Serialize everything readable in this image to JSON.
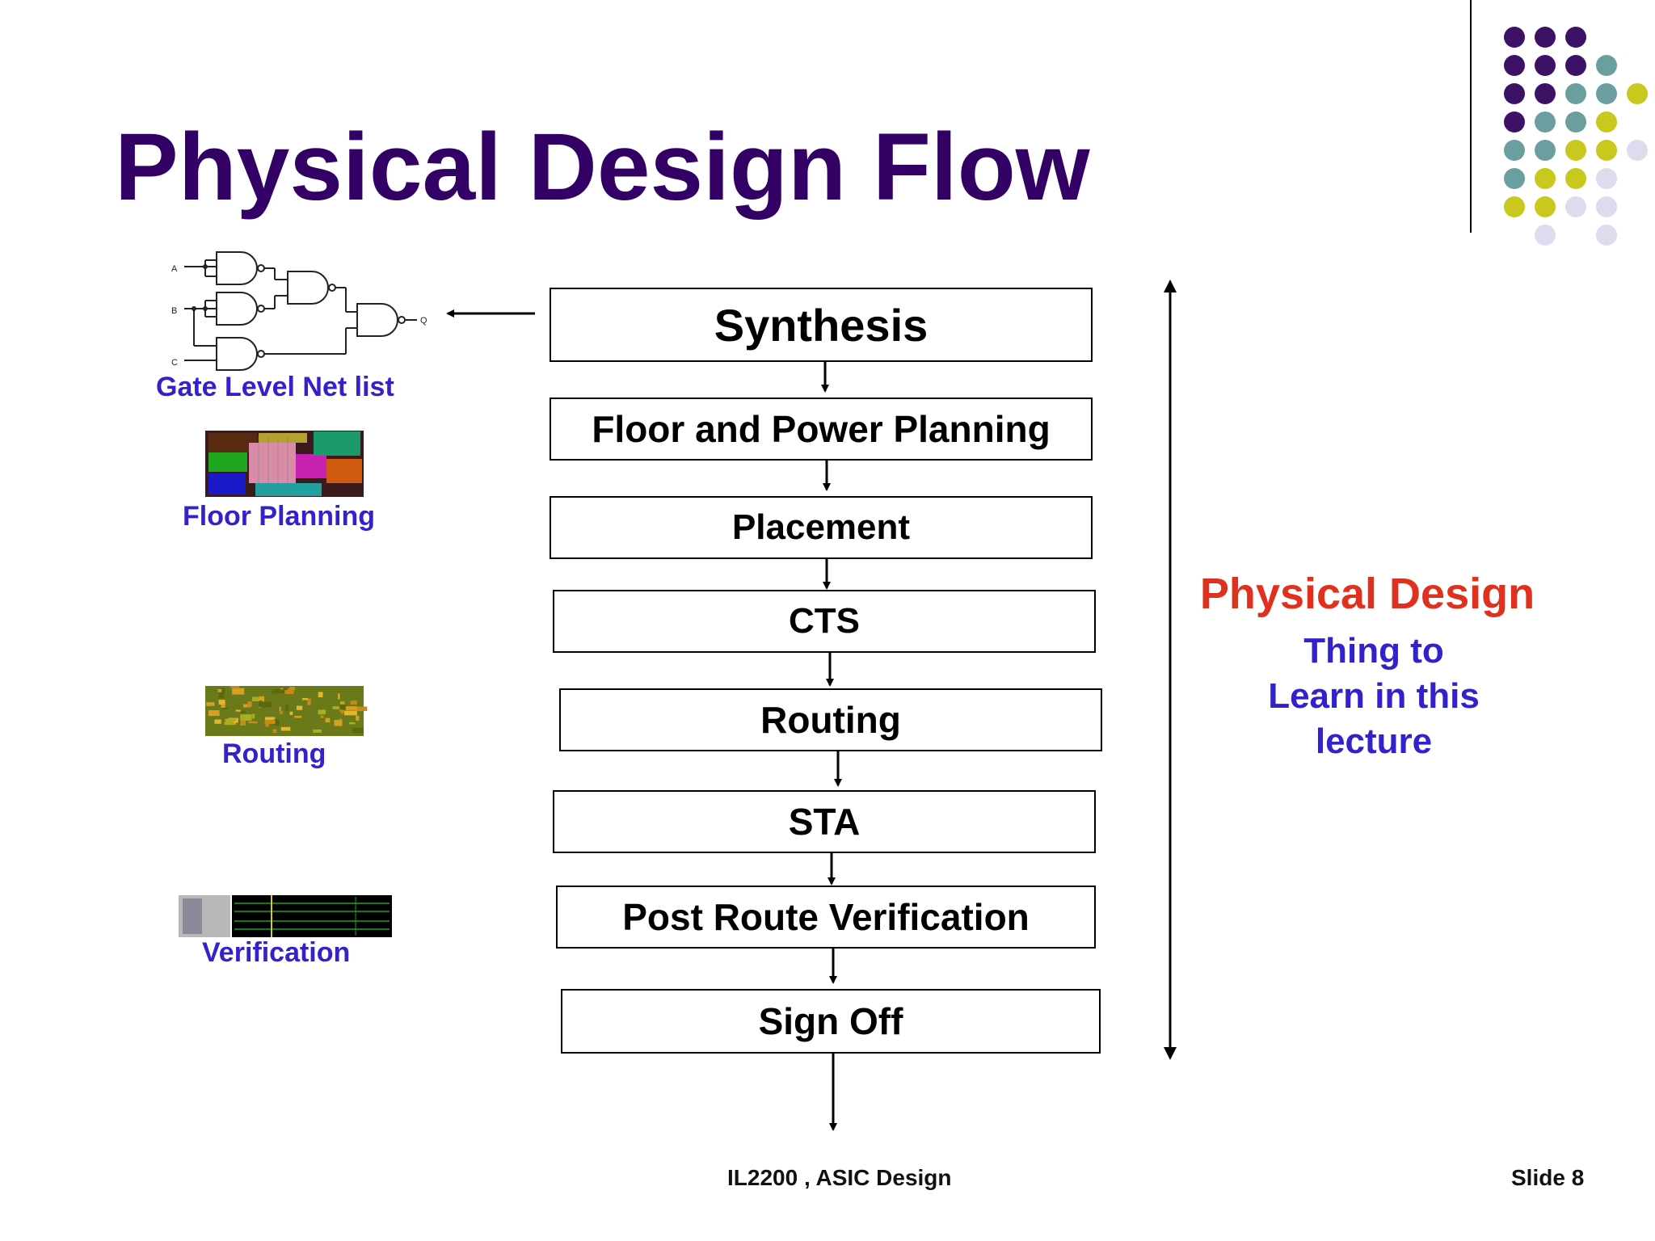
{
  "slide": {
    "title": "Physical Design Flow",
    "footer_course": "IL2200 , ASIC Design",
    "footer_slide": "Slide 8"
  },
  "flow_steps": [
    "Synthesis",
    "Floor and Power Planning",
    "Placement",
    "CTS",
    "Routing",
    "STA",
    "Post Route Verification",
    "Sign Off"
  ],
  "illustrations": {
    "netlist_label": "Gate Level Net list",
    "netlist_inputs": [
      "A",
      "B",
      "C"
    ],
    "netlist_output": "Q",
    "floorplan_label": "Floor Planning",
    "routing_label": "Routing",
    "verification_label": "Verification"
  },
  "side_note": {
    "title": "Physical Design",
    "subtitle_lines": [
      "Thing to",
      "Learn in this",
      "lecture"
    ]
  },
  "colors": {
    "title": "#330066",
    "label_blue": "#3322cc",
    "accent_red": "#e0301e",
    "dot_purple": "#3d1266",
    "dot_teal": "#6b9e9e",
    "dot_yellow": "#c8c81e",
    "dot_lavender": "#dcdcee"
  }
}
